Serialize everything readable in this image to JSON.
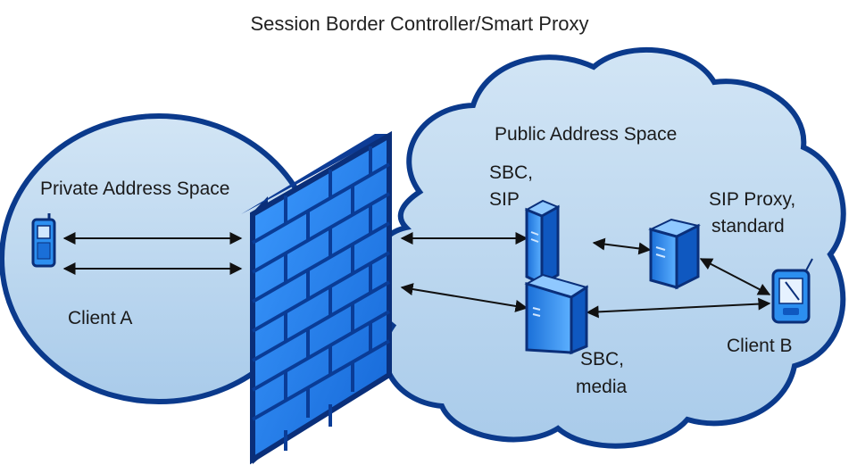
{
  "title": "Session Border Controller/Smart Proxy",
  "zones": {
    "private": "Private Address Space",
    "public": "Public Address Space"
  },
  "nodes": {
    "client_a": "Client A",
    "client_b": "Client B",
    "sbc_sip_line1": "SBC,",
    "sbc_sip_line2": "SIP",
    "sip_proxy_line1": "SIP Proxy,",
    "sip_proxy_line2": "standard",
    "sbc_media_line1": "SBC,",
    "sbc_media_line2": "media"
  },
  "colors": {
    "cloud_fill": "#bcd7ee",
    "cloud_stroke": "#0b3a8c",
    "firewall_blue": "#1e7ee8",
    "firewall_dark": "#0a2f7a",
    "server_fill": "#2c8ff0"
  }
}
